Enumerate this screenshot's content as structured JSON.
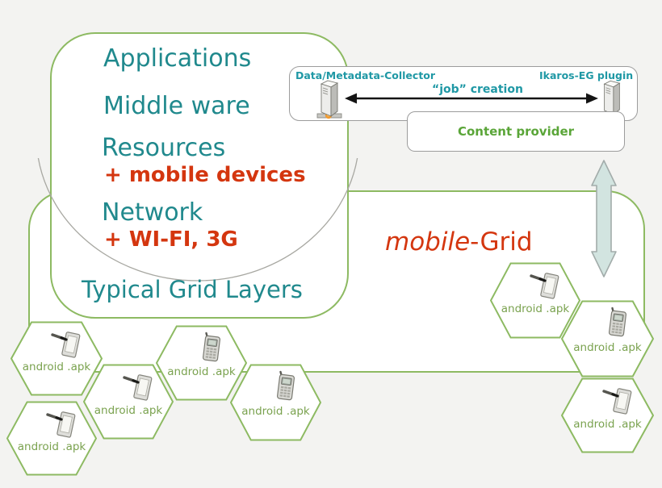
{
  "palette": {
    "background": "#f3f3f1",
    "green_border": "#8dba62",
    "teal_text": "#20898d",
    "teal_small": "#1f98a5",
    "red_text": "#d4360f",
    "hexagon_text_green": "#7aa24f",
    "content_provider_green": "#5aa538",
    "arrow_fill": "#d2e4e0",
    "gray_border": "#9c9c9c"
  },
  "grid_layers": {
    "applications": "Applications",
    "middleware": "Middle ware",
    "resources": "Resources",
    "resources_addition": "+ mobile devices",
    "network": "Network",
    "network_addition": "+ WI-FI, 3G",
    "caption": "Typical Grid Layers"
  },
  "collector": {
    "left_label": "Data/Metadata-Collector",
    "right_label": "Ikaros-EG plugin",
    "arrow_label": "“job” creation",
    "left_icon": "server-tower-icon",
    "right_icon": "server-tower-icon"
  },
  "content_provider": {
    "label": "Content provider"
  },
  "mobile_grid": {
    "italic_part": "mobile",
    "plain_part": "-Grid"
  },
  "hexagons": [
    {
      "label": "android .apk",
      "icon": "tablet-pen-icon"
    },
    {
      "label": "android .apk",
      "icon": "tablet-pen-icon"
    },
    {
      "label": "android .apk",
      "icon": "tablet-pen-icon"
    },
    {
      "label": "android .apk",
      "icon": "mobile-phone-icon"
    },
    {
      "label": "android .apk",
      "icon": "mobile-phone-icon"
    },
    {
      "label": "android .apk",
      "icon": "tablet-pen-icon"
    },
    {
      "label": "android .apk",
      "icon": "mobile-phone-icon"
    },
    {
      "label": "android .apk",
      "icon": "tablet-pen-icon"
    }
  ]
}
